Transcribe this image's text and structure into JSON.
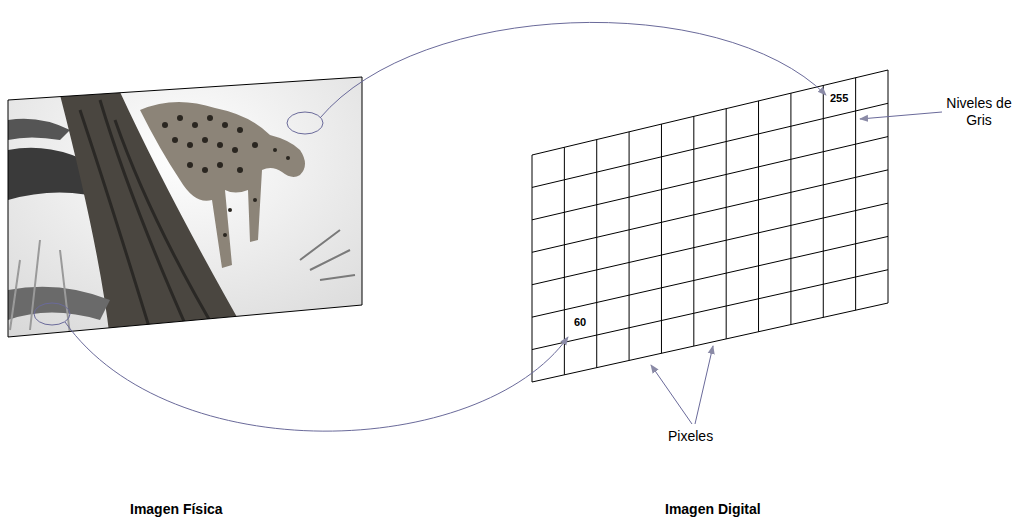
{
  "diagram": {
    "labels": [
      "60",
      "255",
      "Niveles de Gris",
      "Pixeles",
      "Imagen Física",
      "Imagen Digital"
    ]
  }
}
